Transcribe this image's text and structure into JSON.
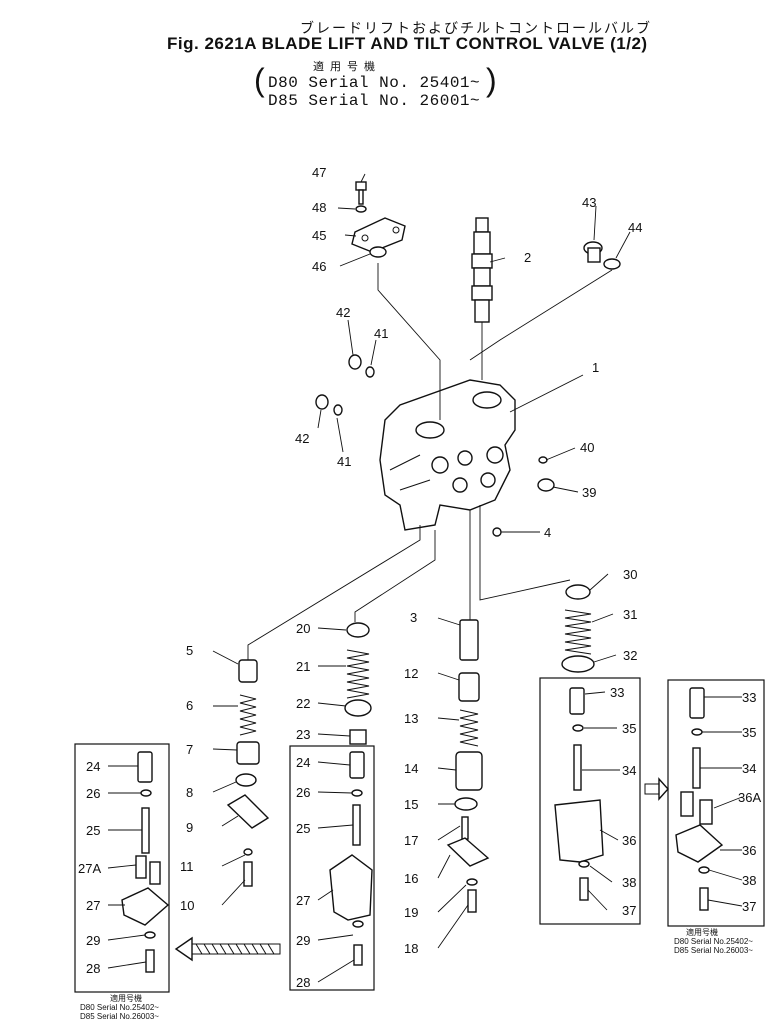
{
  "header": {
    "title_jp": "ブレードリフトおよびチルトコントロールバルブ",
    "title": "Fig. 2621A BLADE LIFT AND TILT CONTROL VALVE (1/2)",
    "applicability_jp": "適用号機",
    "serial_1": "D80 Serial No. 25401~",
    "serial_2": "D85 Serial No. 26001~"
  },
  "callouts": [
    "1",
    "2",
    "3",
    "4",
    "5",
    "6",
    "7",
    "8",
    "9",
    "10",
    "11",
    "12",
    "13",
    "14",
    "15",
    "16",
    "17",
    "18",
    "19",
    "20",
    "21",
    "22",
    "23",
    "24",
    "25",
    "26",
    "27",
    "27A",
    "28",
    "29",
    "30",
    "31",
    "32",
    "33",
    "34",
    "35",
    "36",
    "36A",
    "37",
    "38",
    "39",
    "40",
    "41",
    "42",
    "43",
    "44",
    "45",
    "46",
    "47",
    "48"
  ],
  "notes": {
    "right_box": {
      "label_jp": "適用号機",
      "line1": "D80 Serial No.25402~",
      "line2": "D85 Serial No.26003~"
    },
    "left_box": {
      "label_jp": "適用号機",
      "line1": "D80 Serial No.25402~",
      "line2": "D85 Serial No.26003~"
    }
  }
}
